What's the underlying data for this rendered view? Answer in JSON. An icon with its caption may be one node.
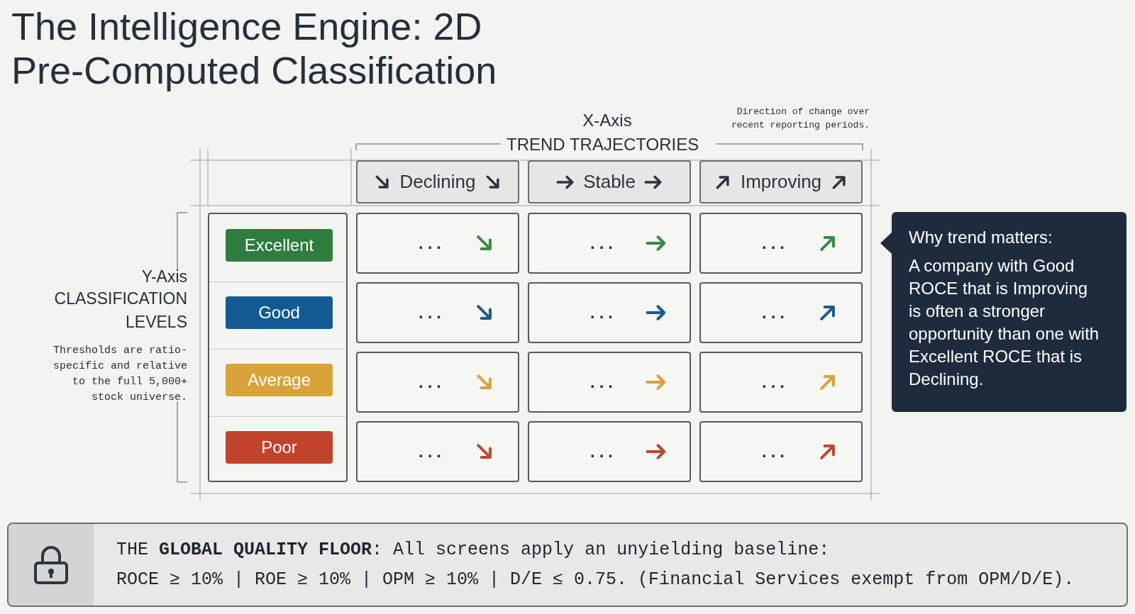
{
  "diagram": {
    "title": "The Intelligence Engine: 2D Pre-Computed Classification",
    "nodes": [
      {
        "text": [
          "Declining"
        ]
      },
      {
        "text": [
          "Stable"
        ]
      },
      {
        "text": [
          "Improving"
        ]
      },
      {
        "text": [],
        "shape": "box"
      },
      {
        "text": [
          "Excellent"
        ],
        "in": 3
      },
      {
        "text": [
          "Good"
        ],
        "in": 3
      },
      {
        "text": [
          "Average"
        ],
        "in": 3
      },
      {
        "text": [
          "Poor"
        ],
        "in": 3
      },
      {
        "text": [
          "..."
        ]
      },
      {
        "text": [
          "..."
        ]
      },
      {
        "text": [
          "..."
        ]
      },
      {
        "text": [
          "..."
        ]
      },
      {
        "text": [
          "..."
        ]
      },
      {
        "text": [
          "..."
        ]
      },
      {
        "text": [
          "..."
        ]
      },
      {
        "text": [
          "..."
        ]
      },
      {
        "text": [
          "..."
        ]
      },
      {
        "text": [
          "..."
        ]
      },
      {
        "text": [
          "..."
        ]
      },
      {
        "text": [
          "..."
        ]
      },
      {
        "text": [
          "Why trend matters:",
          "A company with Good ROCE that is Improving is often a stronger opportunity than one with Excellent ROCE that is Declining."
        ]
      },
      {
        "text": [
          "THE **GLOBAL QUALITY FLOOR**: All screens apply an unyielding baseline:",
          "ROCE ≥ 10% | ROE ≥ 10% | OPM ≥ 10% | D/E ≤ 0.75. (Financial Services exempt from OPM/D/E)."
        ]
      }
    ],
    "labels": [
      "X-Axis",
      "TREND TRAJECTORIES",
      "Direction of change over recent reporting periods.",
      "Y-Axis",
      "CLASSIFICATION LEVELS",
      "Thresholds are ratio-specific and relative to the full 5,000+ stock universe."
    ]
  }
}
